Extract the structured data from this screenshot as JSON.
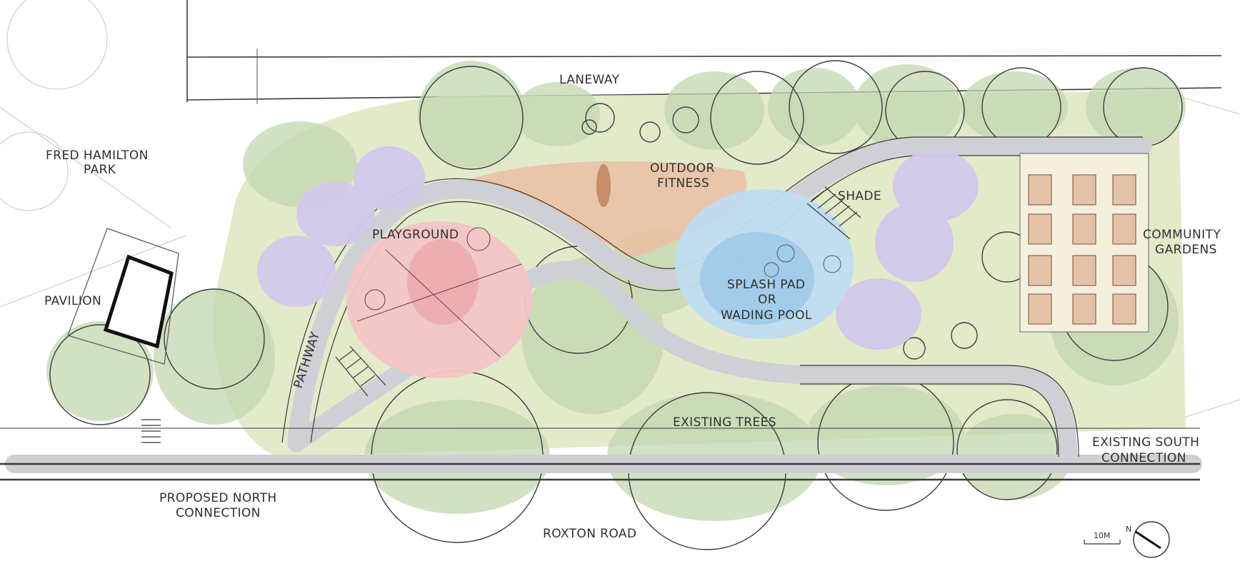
{
  "labels": {
    "laneway": "LANEWAY",
    "fred_hamilton_line1": "FRED HAMILTON",
    "fred_hamilton_line2": "PARK",
    "pavilion": "PAVILION",
    "playground": "PLAYGROUND",
    "outdoor_fitness_line1": "OUTDOOR",
    "outdoor_fitness_line2": "FITNESS",
    "shade": "SHADE",
    "splash_line1": "SPLASH PAD",
    "splash_line2": "OR",
    "splash_line3": "WADING POOL",
    "community_line1": "COMMUNITY",
    "community_line2": "GARDENS",
    "pathway": "PATHWAY",
    "existing_trees": "EXISTING TREES",
    "existing_south_line1": "EXISTING SOUTH",
    "existing_south_line2": "CONNECTION",
    "proposed_north_line1": "PROPOSED NORTH",
    "proposed_north_line2": "CONNECTION",
    "roxton_road": "ROXTON ROAD",
    "scale": "10M",
    "north": "N"
  },
  "colors": {
    "lawn": "#dfe8c4",
    "trees": "#c3d6b0",
    "path": "#cfcfd6",
    "playground": "#f3c4c6",
    "fitness": "#e9c3a6",
    "splash": "#bfdcf0",
    "shade_trees": "#d3c8ea",
    "gardens": "#e4c2a8"
  }
}
